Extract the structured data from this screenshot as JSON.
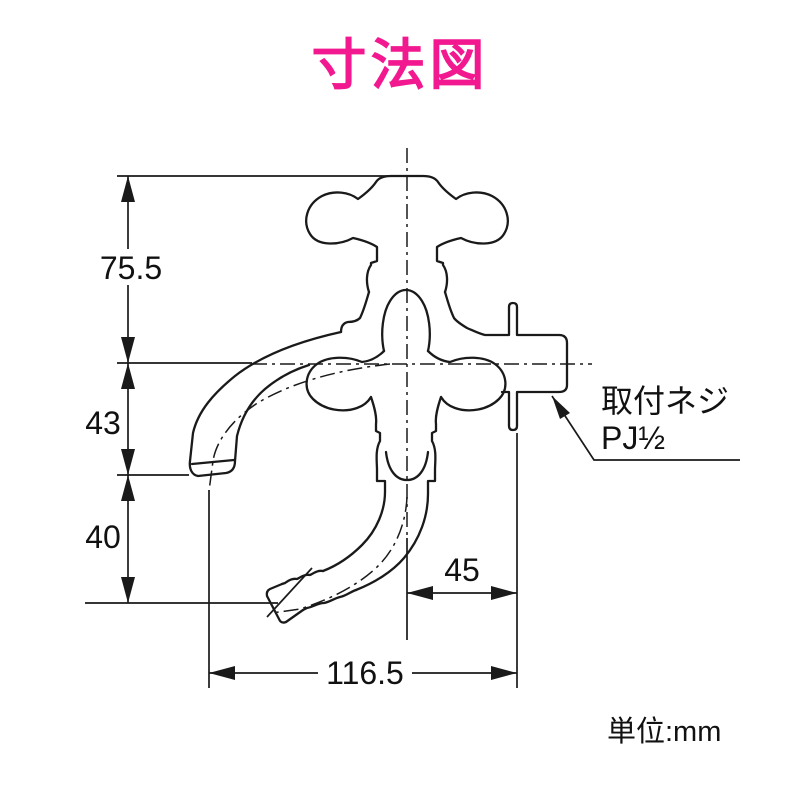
{
  "page": {
    "title": "寸法図",
    "title_color": "#f2188f",
    "unit_label": "単位:mm"
  },
  "dimensions": {
    "overall_height": "75.5",
    "spout_drop": "43",
    "hose_drop": "40",
    "hose_offset": "45",
    "overall_width": "116.5"
  },
  "annotations": {
    "mount_thread_line1": "取付ネジ",
    "mount_thread_line2": "PJ½"
  }
}
